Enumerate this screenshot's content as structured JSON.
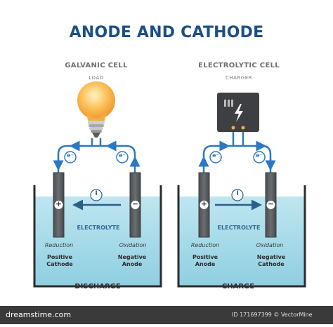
{
  "title": "ANODE AND CATHODE",
  "galvanic": {
    "heading": "GALVANIC CELL",
    "source_label": "LOAD",
    "electron_left": "e⁻",
    "electron_right": "e⁻",
    "current_label": "I",
    "left_sign": "+",
    "right_sign": "−",
    "electrolyte": "ELECTROLYTE",
    "left_process": "Reduction",
    "right_process": "Oxidation",
    "left_electrode_line1": "Positive",
    "left_electrode_line2": "Cathode",
    "right_electrode_line1": "Negative",
    "right_electrode_line2": "Anode",
    "mode": "DISCHARGE"
  },
  "electrolytic": {
    "heading": "ELECTROLYTIC CELL",
    "source_label": "CHARGER",
    "electron_left": "e⁻",
    "electron_right": "e⁻",
    "current_label": "I",
    "left_sign": "+",
    "right_sign": "−",
    "electrolyte": "ELECTROLYTE",
    "left_process": "Reduction",
    "right_process": "Oxidation",
    "left_electrode_line1": "Positive",
    "left_electrode_line2": "Anode",
    "right_electrode_line1": "Negative",
    "right_electrode_line2": "Cathode",
    "mode": "CHARGE"
  },
  "footer": {
    "brand": "dreamstime.com",
    "id_text": "ID 171697399 © VectorMine"
  },
  "colors": {
    "title": "#1d4f86",
    "wire": "#2a79c2",
    "water": "#a9dbe9",
    "electrode": "#55595c",
    "bulb": "#f7b64a"
  }
}
